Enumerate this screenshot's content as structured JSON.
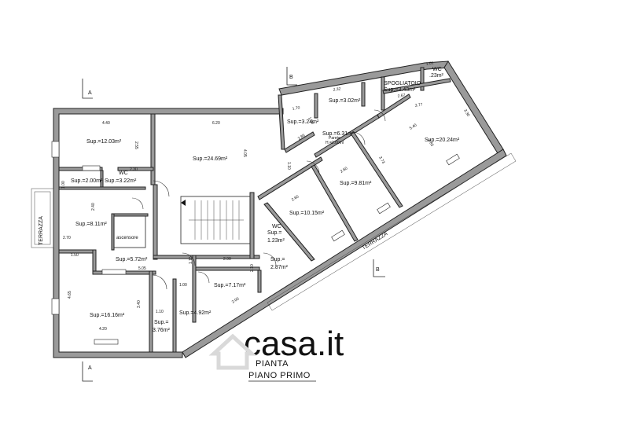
{
  "title": {
    "line1": "PIANTA",
    "line2": "PIANO PRIMO"
  },
  "watermark": "casa.it",
  "section_marks": [
    "A",
    "A",
    "B",
    "B"
  ],
  "rooms": [
    {
      "id": "r1",
      "label": "Sup.=12.03m²"
    },
    {
      "id": "r2",
      "label": "Sup.=24.69m²"
    },
    {
      "id": "r3",
      "label": "Sup.=2.00m²"
    },
    {
      "id": "r4",
      "label": "Sup.=3.22m²"
    },
    {
      "id": "r5",
      "label": "Sup.=8.11m²"
    },
    {
      "id": "r6",
      "label": "Sup.=5.72m²"
    },
    {
      "id": "r7",
      "label": "Sup.=16.16m²"
    },
    {
      "id": "r8",
      "label": "Sup.="
    },
    {
      "id": "r8b",
      "label": "3.76m²"
    },
    {
      "id": "r9",
      "label": "Sup.=4.92m²"
    },
    {
      "id": "r10",
      "label": "Sup.=7.17m²"
    },
    {
      "id": "r11",
      "label": "Sup.="
    },
    {
      "id": "r11b",
      "label": "2.87m²"
    },
    {
      "id": "r12",
      "label": "Sup.="
    },
    {
      "id": "r12b",
      "label": "1.23m²"
    },
    {
      "id": "r13",
      "label": "Sup.=10.15m²"
    },
    {
      "id": "r14",
      "label": "Sup.=9.81m²"
    },
    {
      "id": "r15",
      "label": "Sup.=20.24m²"
    },
    {
      "id": "r16",
      "label": "Sup.=3.24m²"
    },
    {
      "id": "r17",
      "label": "Sup.=3.02m²"
    },
    {
      "id": "r18",
      "label": "Sup.=6.31m²"
    },
    {
      "id": "r19",
      "label": "Sup.=3.43m²"
    },
    {
      "id": "r20",
      "label": ".23m²"
    }
  ],
  "room_names": {
    "wc1": "WC",
    "wc2": "WC",
    "wc3": "WC",
    "ascensore": "ascensore",
    "spogliatoio": "SPOGLIATOIO",
    "parete": "Parete",
    "parete_h": "H.=2.00ml",
    "terrazza_left": "TERRAZZA",
    "terrazza_right": "TERRAZZA"
  },
  "dimensions": {
    "d1": "4.40",
    "d2": "6.20",
    "d3": "2.55",
    "d4": "4.05",
    "d5": "2.30",
    "d6": "2.40",
    "d7": "2.70",
    "d8": "1.50",
    "d9": "5.05",
    "d10": "4.65",
    "d11": "4.20",
    "d12": "3.40",
    "d13": "1.10",
    "d14": "1.00",
    "d15": "2.90",
    "d16": "1.15",
    "d17": "2.10",
    "d18": "2.00",
    "d19": "1.00",
    "d20": "2.60",
    "d21": "2.60",
    "d22": "3.73",
    "d23": "5.40",
    "d24": "3.83",
    "d25": "3.77",
    "d26": "1.70",
    "d27": "2.32",
    "d28": "1.01",
    "d29": "2.67",
    "d30": "3.30",
    "d31": "2.85",
    "d32": "1.00",
    "d33": "1.10"
  }
}
